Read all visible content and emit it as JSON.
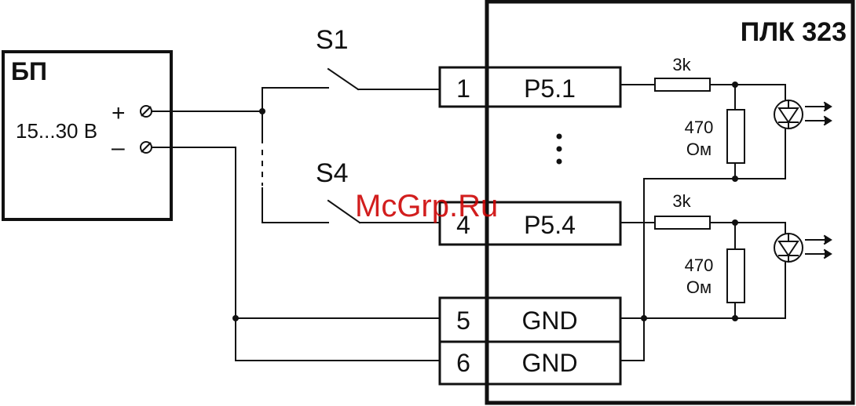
{
  "plc": {
    "title": "ПЛК 323"
  },
  "psu": {
    "title": "БП",
    "voltage": "15...30 В",
    "plus": "+",
    "minus": "–"
  },
  "switches": [
    {
      "label": "S1"
    },
    {
      "label": "S4"
    }
  ],
  "terminals": [
    {
      "number": "1",
      "name": "P5.1"
    },
    {
      "number": "4",
      "name": "P5.4"
    },
    {
      "number": "5",
      "name": "GND"
    },
    {
      "number": "6",
      "name": "GND"
    }
  ],
  "resistors": {
    "series": [
      "3k",
      "3k"
    ],
    "shunt": [
      {
        "value": "470",
        "unit": "Ом"
      },
      {
        "value": "470",
        "unit": "Ом"
      }
    ]
  },
  "watermark": "McGrp.Ru"
}
